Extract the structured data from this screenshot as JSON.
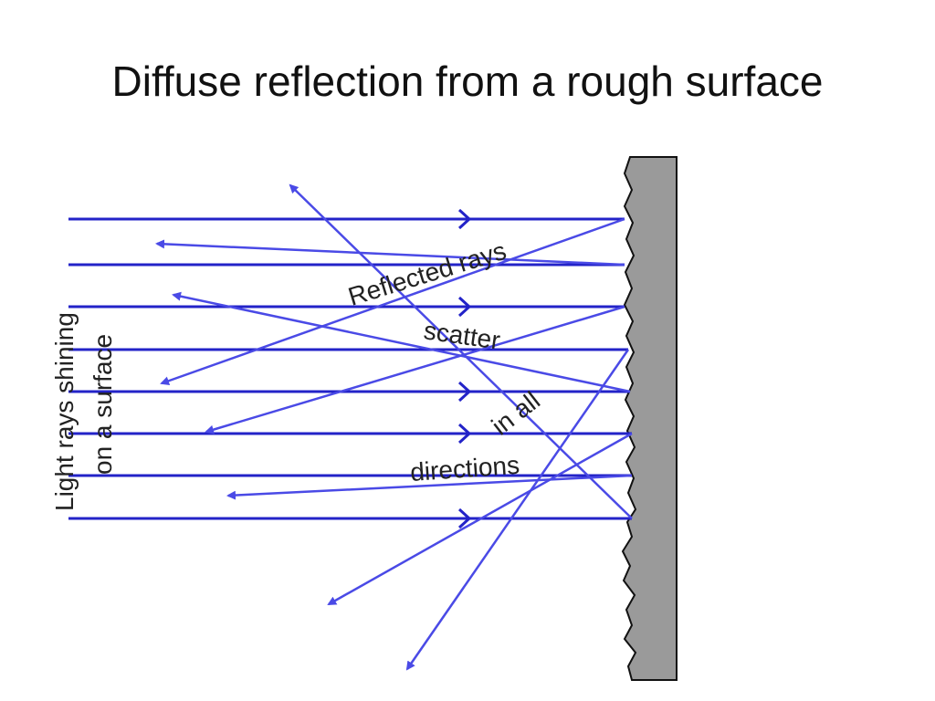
{
  "slide": {
    "title": "Diffuse reflection from a rough surface"
  },
  "diagram": {
    "colors": {
      "incident_ray": "#2323c8",
      "reflected_ray": "#4a4ae6",
      "surface_fill": "#9a9a9a",
      "surface_edge": "#111111",
      "label_text": "#222222"
    },
    "labels": {
      "incident_line1": "Light rays shining",
      "incident_line2": "on a surface",
      "reflected_1": "Reflected rays",
      "reflected_2": "scatter",
      "reflected_3": "in all",
      "reflected_4": "directions"
    }
  }
}
